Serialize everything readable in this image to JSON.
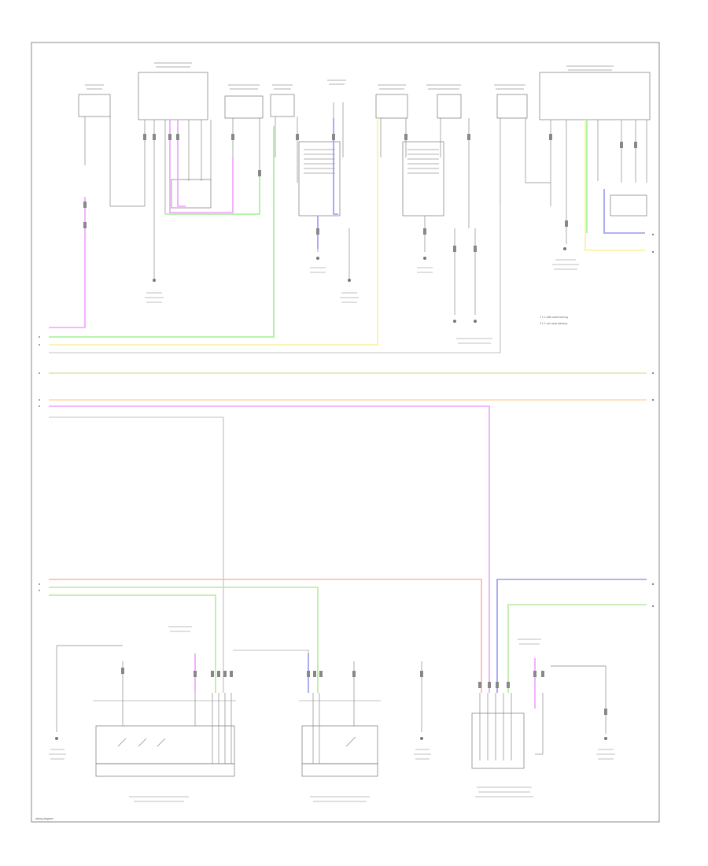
{
  "diagram": {
    "frame_label": "wiring diagram",
    "colors": {
      "pink": "#f0a0ff",
      "green": "#a0f090",
      "yellow": "#f8f29a",
      "olive": "#d7e8a0",
      "peach": "#ffd7a8",
      "red": "#ffb0b0",
      "blue": "#9898f0",
      "lightgreen": "#b8e8a0",
      "gray": "#888888"
    },
    "legend": {
      "item1": "1  1.1 with seat memory",
      "item2": "2  1.1 w/o seat memory"
    }
  }
}
